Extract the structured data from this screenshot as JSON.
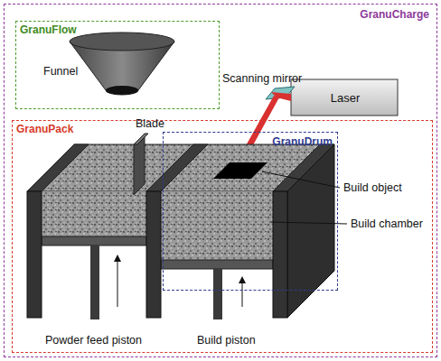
{
  "diagram": {
    "nodes": [
      {
        "text": [
          "GranuCharge"
        ]
      },
      {
        "text": [
          "GranuFlow"
        ],
        "in": 0
      },
      {
        "text": [
          "Laser"
        ],
        "in": 0
      },
      {
        "text": [
          "GranuPack"
        ],
        "in": 0
      },
      {
        "text": [
          "GranuDrum"
        ],
        "in": 3
      }
    ],
    "labels": [
      "Funnel",
      "Scanning mirror",
      "Blade",
      "Build object",
      "Build chamber",
      "Powder feed piston",
      "Build piston"
    ]
  }
}
